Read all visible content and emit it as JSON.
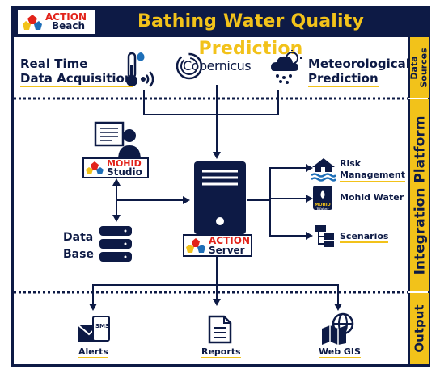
{
  "header": {
    "title": "Bathing Water Quality Prediction",
    "logo_line1": "ACTION",
    "logo_line2": "Beach"
  },
  "sections": {
    "data_sources_line1": "Data",
    "data_sources_line2": "Sources",
    "integration_platform": "Integration Platform",
    "output": "Output"
  },
  "sources": {
    "realtime_line1": "Real Time",
    "realtime_line2": "Data Acquisition",
    "copernicus": "Copernicus",
    "meteo_line1": "Meteorological",
    "meteo_line2": "Prediction"
  },
  "platform": {
    "mohid_studio_line1": "MOHID",
    "mohid_studio_line2": "Studio",
    "database_line1": "Data",
    "database_line2": "Base",
    "server_line1": "ACTION",
    "server_line2": "Server",
    "risk_line1": "Risk",
    "risk_line2": "Management",
    "mohid_water": "Mohid Water",
    "mohid_water_icon_line1": "MOHID",
    "mohid_water_icon_line2": "Water",
    "scenarios": "Scenarios"
  },
  "outputs": {
    "alerts": "Alerts",
    "sms_tag": "SMS",
    "reports": "Reports",
    "webgis": "Web GIS"
  },
  "colors": {
    "navy": "#0d1a45",
    "yellow": "#f2c21a",
    "red": "#e2231a",
    "sky": "#1e6fb8"
  }
}
